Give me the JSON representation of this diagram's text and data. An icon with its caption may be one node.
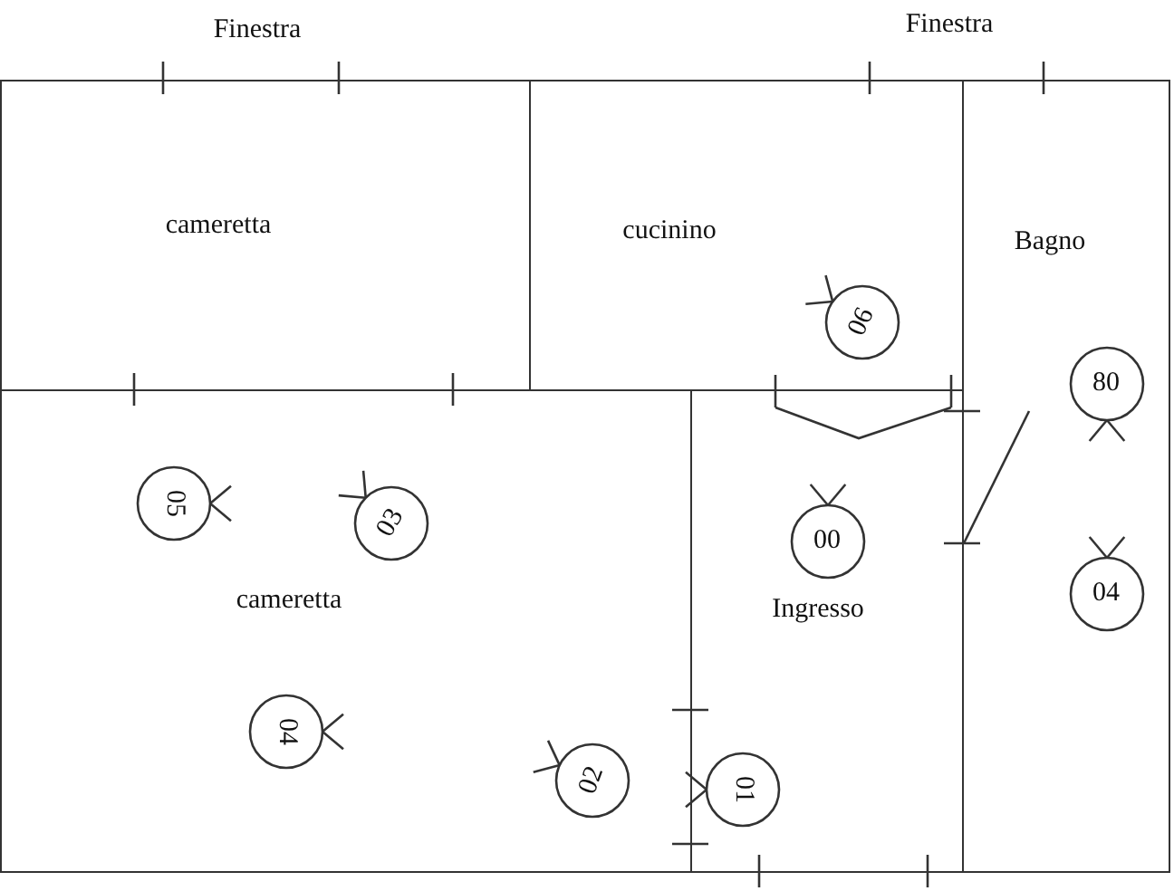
{
  "diagram": {
    "nodes": [
      {
        "text": [
          "cameretta"
        ]
      },
      {
        "text": [
          "cucinino"
        ]
      },
      {
        "text": [
          "Bagno"
        ]
      },
      {
        "text": [
          "06"
        ],
        "in": 1
      },
      {
        "text": [
          "80"
        ],
        "in": 2
      },
      {
        "text": [
          "cameretta"
        ]
      },
      {
        "text": [
          "Ingresso"
        ]
      },
      {
        "text": [
          "05"
        ],
        "in": 5
      },
      {
        "text": [
          "03"
        ],
        "in": 5
      },
      {
        "text": [
          "00"
        ],
        "in": 6
      },
      {
        "text": [
          "04"
        ],
        "in": 2
      },
      {
        "text": [
          "04"
        ],
        "in": 5
      },
      {
        "text": [
          "02"
        ],
        "in": 5
      },
      {
        "text": [
          "01"
        ],
        "in": 6
      }
    ],
    "edges": [],
    "labels": [
      "Finestra",
      "Finestra"
    ]
  }
}
